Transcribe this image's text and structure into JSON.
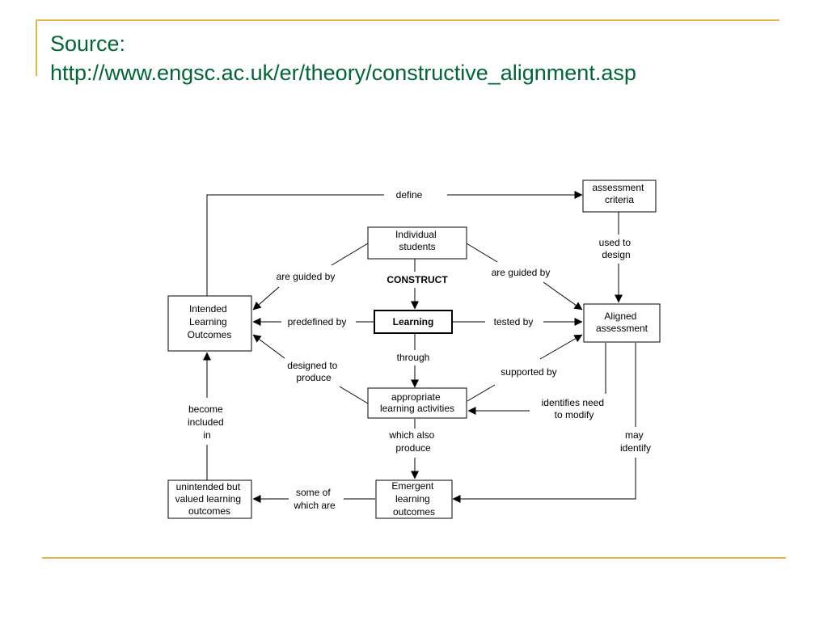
{
  "slide": {
    "title_line1": "Source:",
    "title_line2": "http://www.engsc.ac.uk/er/theory/constructive_alignment.asp",
    "accent_color": "#e6b54a",
    "title_color": "#006633"
  },
  "diagram": {
    "nodes": {
      "assessment_criteria": [
        "assessment",
        "criteria"
      ],
      "individual_students": [
        "Individual",
        "students"
      ],
      "intended_outcomes": [
        "Intended",
        "Learning",
        "Outcomes"
      ],
      "learning": [
        "Learning"
      ],
      "aligned_assessment": [
        "Aligned",
        "assessment"
      ],
      "activities": [
        "appropriate",
        "learning activities"
      ],
      "unintended": [
        "unintended but",
        "valued learning",
        "outcomes"
      ],
      "emergent": [
        "Emergent",
        "learning",
        "outcomes"
      ]
    },
    "labels": {
      "define": [
        "define"
      ],
      "used_to_design": [
        "used to",
        "design"
      ],
      "guided_left": [
        "are guided by"
      ],
      "guided_right": [
        "are guided by"
      ],
      "construct": [
        "CONSTRUCT"
      ],
      "predefined_by": [
        "predefined by"
      ],
      "tested_by": [
        "tested by"
      ],
      "designed_to_produce": [
        "designed to",
        "produce"
      ],
      "through": [
        "through"
      ],
      "supported_by": [
        "supported by"
      ],
      "identifies_need": [
        "identifies need",
        "to modify"
      ],
      "become_included": [
        "become",
        "included",
        "in"
      ],
      "which_also_produce": [
        "which also",
        "produce"
      ],
      "may_identify": [
        "may",
        "identify"
      ],
      "some_of_which": [
        "some of",
        "which are"
      ]
    }
  }
}
